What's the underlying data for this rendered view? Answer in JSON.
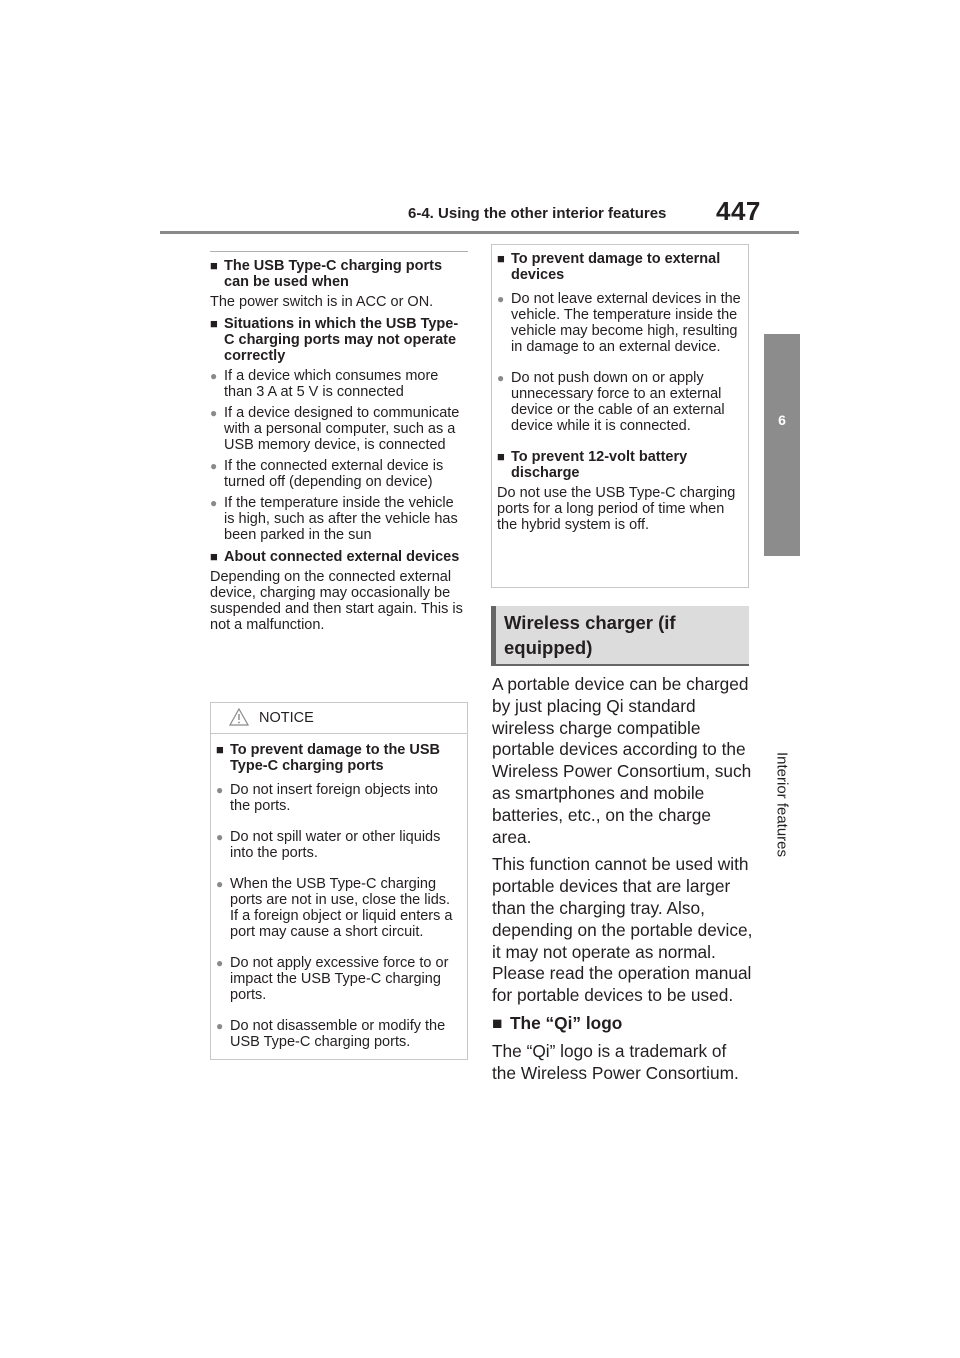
{
  "header": {
    "section": "6-4. Using the other interior features",
    "page_number": "447"
  },
  "side_tab": {
    "chapter_number": "6",
    "chapter_label": "Interior features"
  },
  "left_column": {
    "block1": {
      "heading": "The USB Type-C charging ports can be used when",
      "text": "The power switch is in ACC or ON."
    },
    "block2": {
      "heading": "Situations in which the USB Type-C charging ports may not operate correctly",
      "bullets": [
        "If a device which consumes more than 3 A at 5 V is connected",
        "If a device designed to communicate with a personal computer, such as a USB memory device, is connected",
        "If the connected external device is turned off (depending on device)",
        "If the temperature inside the vehicle is high, such as after the vehicle has been parked in the sun"
      ]
    },
    "block3": {
      "heading": "About connected external devices",
      "text": "Depending on the connected external device, charging may occasionally be suspended and then start again. This is not a malfunction."
    }
  },
  "notice": {
    "label": "NOTICE",
    "heading": "To prevent damage to the USB Type-C charging ports",
    "bullets": [
      "Do not insert foreign objects into the ports.",
      "Do not spill water or other liquids into the ports.",
      "When the USB Type-C charging ports are not in use, close the lids. If a foreign object or liquid enters a port may cause a short circuit.",
      "Do not apply excessive force to or impact the USB Type-C charging ports.",
      "Do not disassemble or modify the USB Type-C charging ports."
    ]
  },
  "right_box": {
    "heading1": "To prevent damage to external devices",
    "bullets": [
      "Do not leave external devices in the vehicle. The temperature inside the vehicle may become high, resulting in damage to an external device.",
      "Do not push down on or apply unnecessary force to an external device or the cable of an external device while it is connected."
    ],
    "heading2": "To prevent 12-volt battery discharge",
    "text2": "Do not use the USB Type-C charging ports for a long period of time when the hybrid system is off."
  },
  "wireless": {
    "title": "Wireless charger (if equipped)",
    "para1": "A portable device can be charged by just placing Qi standard wireless charge compatible portable devices according to the Wireless Power Consortium, such as smartphones and mobile batteries, etc., on the charge area.",
    "para2": "This function cannot be used with portable devices that are larger than the charging tray. Also, depending on the portable device, it may not operate as normal. Please read the operation manual for portable devices to be used.",
    "qi_heading": "The “Qi” logo",
    "qi_text": "The “Qi” logo is a trademark of the Wireless Power Consortium."
  }
}
